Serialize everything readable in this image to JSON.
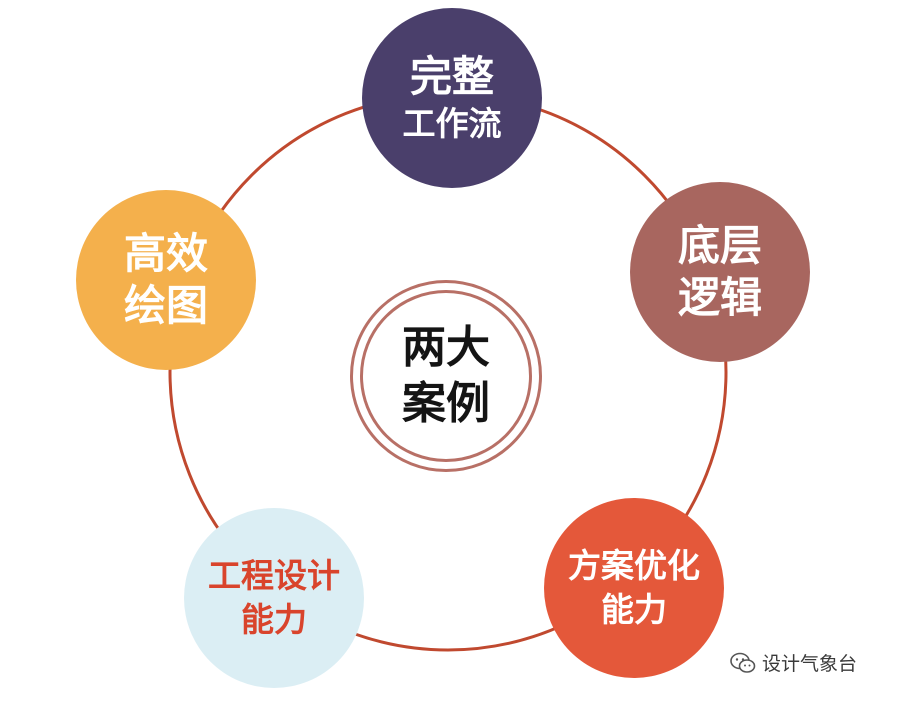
{
  "center": {
    "line1": "两大",
    "line2": "案例"
  },
  "nodes": [
    {
      "id": "complete-workflow",
      "line1": "完整",
      "line2": "工作流",
      "color": "#4a3f6b",
      "text_color": "#ffffff"
    },
    {
      "id": "underlying-logic",
      "line1": "底层",
      "line2": "逻辑",
      "color": "#a8665f",
      "text_color": "#ffffff"
    },
    {
      "id": "optimization",
      "line1": "方案优化",
      "line2": "能力",
      "color": "#e4583a",
      "text_color": "#ffffff"
    },
    {
      "id": "engineering-design",
      "line1": "工程设计",
      "line2": "能力",
      "color": "#dbeef4",
      "text_color": "#d9442c"
    },
    {
      "id": "efficient-drawing",
      "line1": "高效",
      "line2": "绘图",
      "color": "#f4b04c",
      "text_color": "#ffffff"
    }
  ],
  "ring_color": "#c0492f",
  "watermark": {
    "text": "设计气象台",
    "icon": "wechat-icon"
  }
}
